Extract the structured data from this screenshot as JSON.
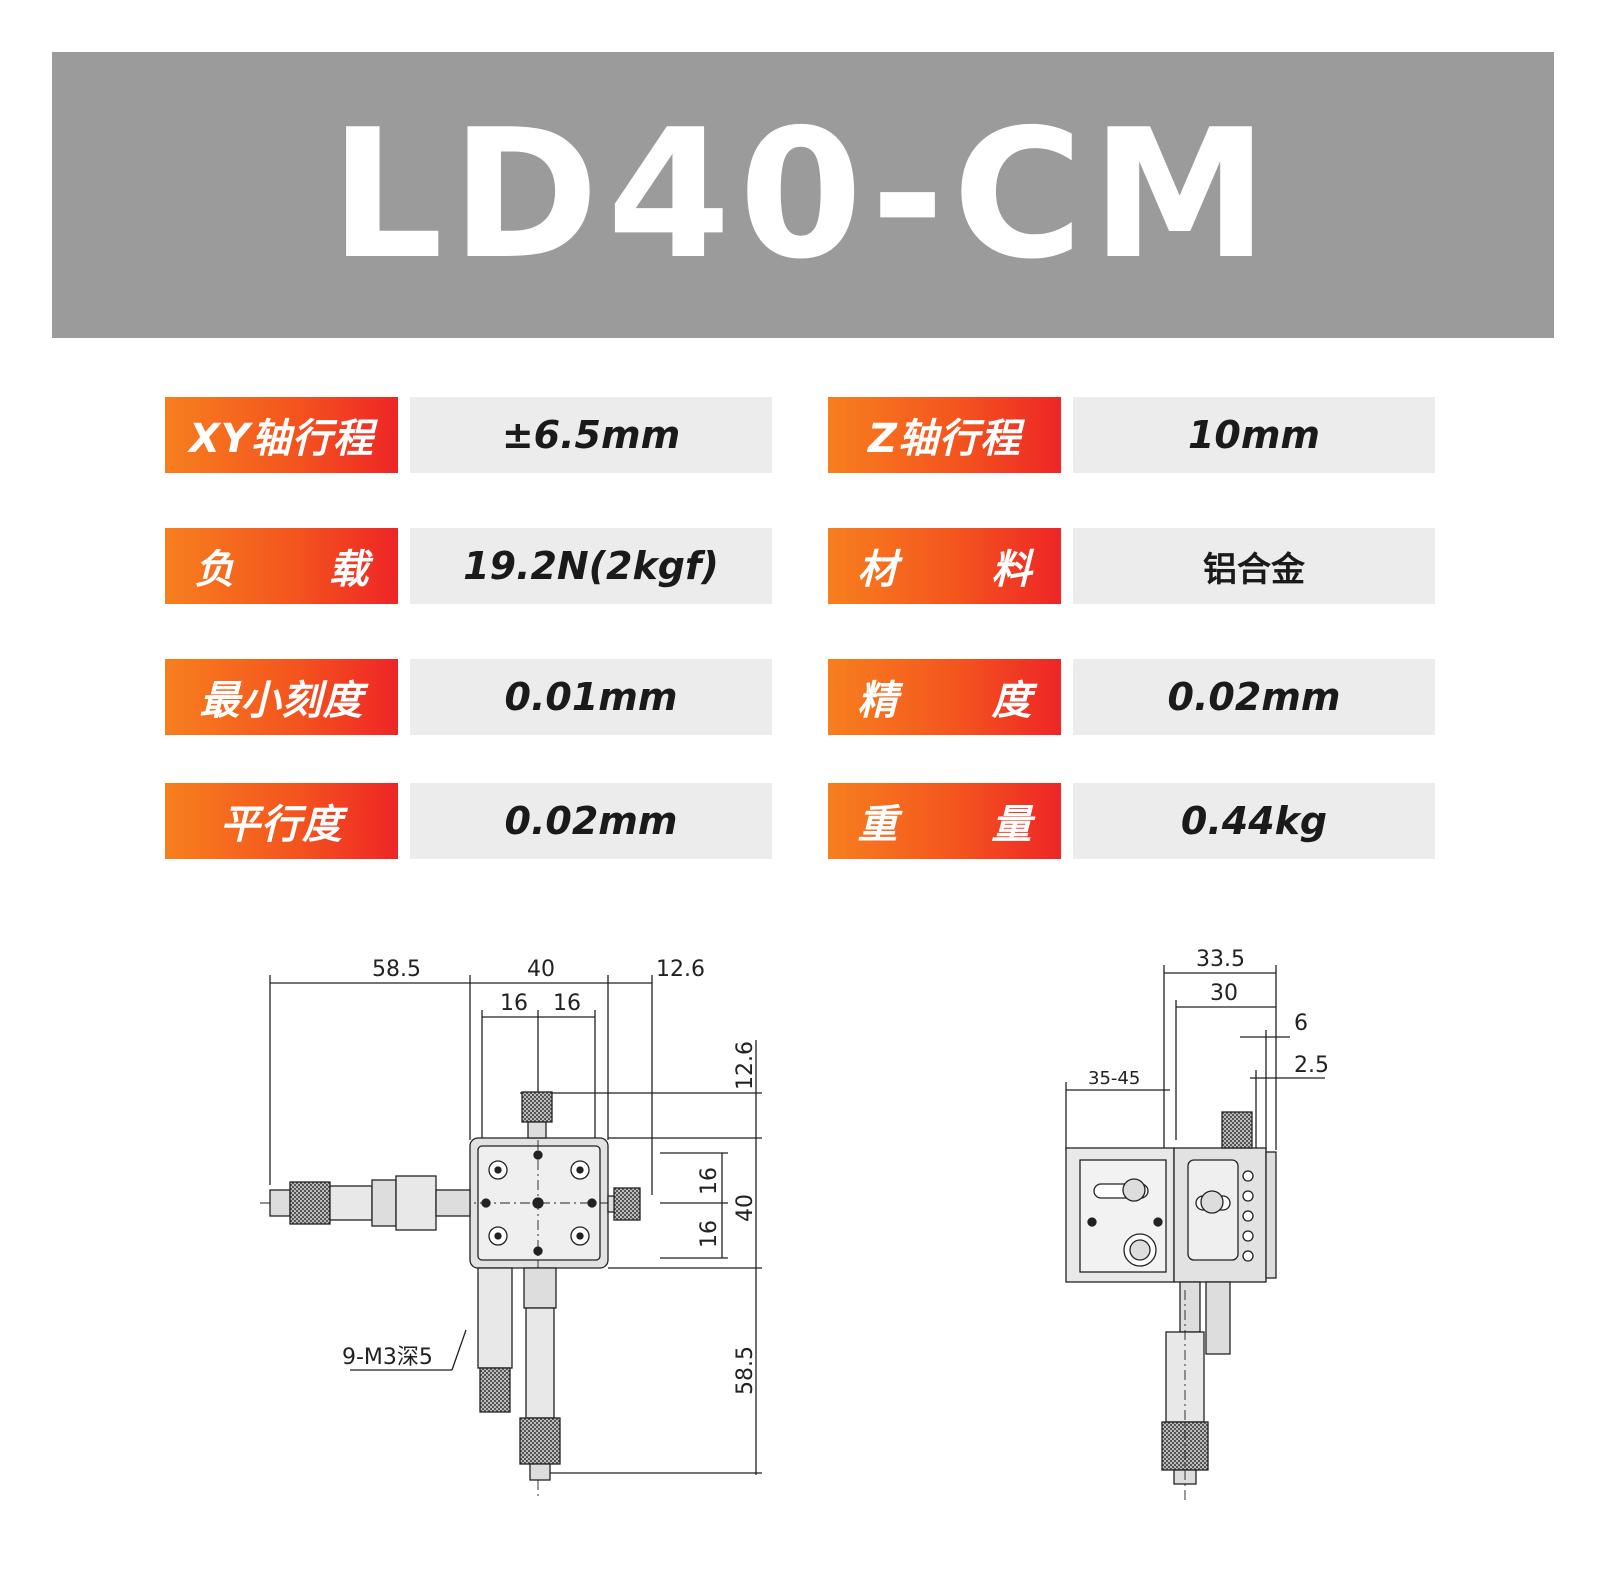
{
  "title": "LD40-CM",
  "specs": [
    {
      "label": "XY轴行程",
      "value": "±6.5mm"
    },
    {
      "label": "Z轴行程",
      "value": "10mm"
    },
    {
      "label": "负 载",
      "value": "19.2N(2kgf)"
    },
    {
      "label": "材 料",
      "value": "铝合金"
    },
    {
      "label": "最小刻度",
      "value": "0.01mm"
    },
    {
      "label": "精 度",
      "value": "0.02mm"
    },
    {
      "label": "平行度",
      "value": "0.02mm"
    },
    {
      "label": "重 量",
      "value": "0.44kg"
    }
  ],
  "top_view": {
    "dim_left_micrometer": "58.5",
    "dim_width": "40",
    "dim_half_left": "16",
    "dim_half_right": "16",
    "dim_right_offset": "12.6",
    "dim_top_offset": "12.6",
    "dim_hole_upper": "16",
    "dim_hole_lower": "16",
    "dim_height": "40",
    "dim_bottom_micrometer": "58.5",
    "hole_callout": "9-M3深5"
  },
  "side_view": {
    "dim_overall": "33.5",
    "dim_width": "30",
    "dim_offset_6": "6",
    "dim_offset_2_5": "2.5",
    "dim_z_range": "35-45"
  }
}
